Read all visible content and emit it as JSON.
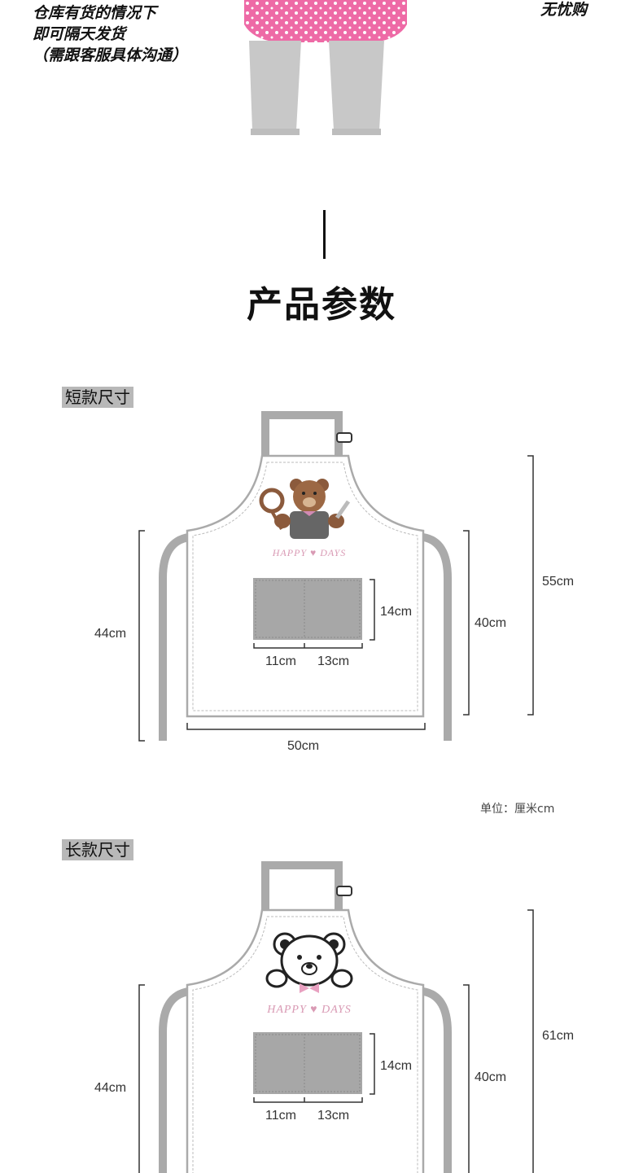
{
  "promo_left": {
    "line1": "仓库有货的情况下",
    "line2": "即可隔天发货",
    "line3": "（需跟客服具体沟通）"
  },
  "promo_right": {
    "text": "无忧购"
  },
  "section_title": "产品参数",
  "short_apron": {
    "label": "短款尺寸",
    "print_text": "HAPPY ♥ DAYS",
    "dims": {
      "height": "44cm",
      "width": "50cm",
      "body": "40cm",
      "total": "55cm",
      "pocket_h": "14cm",
      "pocket_w1": "11cm",
      "pocket_w2": "13cm"
    }
  },
  "unit_note": "单位：厘米cm",
  "long_apron": {
    "label": "长款尺寸",
    "print_text": "HAPPY ♥ DAYS",
    "dims": {
      "height": "44cm",
      "body": "40cm",
      "total": "61cm",
      "pocket_h": "14cm",
      "pocket_w1": "11cm",
      "pocket_w2": "13cm"
    }
  },
  "colors": {
    "apron_outline": "#999999",
    "strap": "#aaaaaa",
    "pocket": "#a7a7a7",
    "bear_brown": "#8b5a3c",
    "label_bg": "#b8b8b8",
    "print_pink": "#e88aa8"
  }
}
